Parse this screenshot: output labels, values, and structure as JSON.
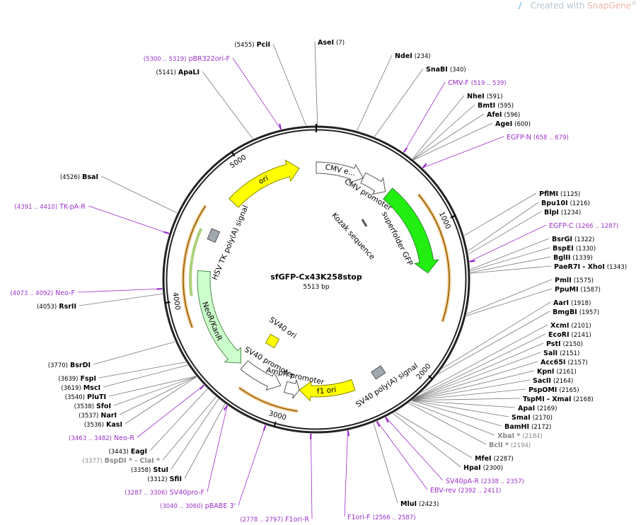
{
  "brand": {
    "prefix": "Created with ",
    "name": "SnapGene",
    "mark": "®"
  },
  "plasmid": {
    "name": "sfGFP-Cx43K258stop",
    "length_label": "5513 bp",
    "length": 5513
  },
  "tick_labels": [
    "1000",
    "2000",
    "3000",
    "4000",
    "5000"
  ],
  "features": [
    {
      "name": "CMV e...",
      "label": "CMV e...",
      "start": 0,
      "end": 380,
      "color": "#ffffff",
      "stroke": "#555555"
    },
    {
      "name": "CMV promoter",
      "label": "CMV promoter",
      "start": 380,
      "end": 584,
      "color": "#ffffff",
      "stroke": "#555555"
    },
    {
      "name": "superfolder GFP",
      "label": "superfolder GFP",
      "start": 610,
      "end": 1327,
      "color": "#22ee11",
      "stroke": "#2a8a2a"
    },
    {
      "name": "SV40 poly(A) signal",
      "label": "SV40 poly(A) signal",
      "start": 2180,
      "end": 2300,
      "color": "#a0a8b0",
      "stroke": "#555555"
    },
    {
      "name": "f1 ori",
      "label": "f1 ori",
      "start": 2460,
      "end": 2890,
      "color": "#ffff00",
      "stroke": "#8a8a00"
    },
    {
      "name": "AmpR promoter",
      "label": "AmpR promoter",
      "start": 2890,
      "end": 3000,
      "color": "#ffffff",
      "stroke": "#555555"
    },
    {
      "name": "SV40 promoter",
      "label": "SV40 promoter",
      "start": 3040,
      "end": 3370,
      "color": "#ffffff",
      "stroke": "#555555"
    },
    {
      "name": "NeoR/KanR",
      "label": "NeoR/KanR",
      "start": 3400,
      "end": 4200,
      "color": "#ccffcc",
      "stroke": "#4a8a4a"
    },
    {
      "name": "HSV TK poly(A) signal",
      "label": "HSV TK poly(A) signal",
      "start": 4460,
      "end": 4520,
      "color": "#a0a8b0",
      "stroke": "#555555"
    },
    {
      "name": "ori",
      "label": "ori",
      "start": 4790,
      "end": 5380,
      "color": "#ffff00",
      "stroke": "#8a8a00"
    }
  ],
  "center_labels": {
    "kozak": "Kozak sequence",
    "sv40_ori": "SV40 ori"
  },
  "sites": [
    {
      "name": "PciI",
      "pos": "(5455)",
      "type": "enzyme"
    },
    {
      "name": "AseI",
      "pos": "(7)",
      "type": "enzyme"
    },
    {
      "name": "pBR322ori-F",
      "pos": "(5300 .. 5319)",
      "type": "primer"
    },
    {
      "name": "ApaLI",
      "pos": "(5141)",
      "type": "enzyme"
    },
    {
      "name": "NdeI",
      "pos": "(234)",
      "type": "enzyme"
    },
    {
      "name": "SnaBI",
      "pos": "(340)",
      "type": "enzyme"
    },
    {
      "name": "CMV-F",
      "pos": "(519 .. 539)",
      "type": "primer"
    },
    {
      "name": "NheI",
      "pos": "(591)",
      "type": "enzyme"
    },
    {
      "name": "BmtI",
      "pos": "(595)",
      "type": "enzyme"
    },
    {
      "name": "AfeI",
      "pos": "(596)",
      "type": "enzyme"
    },
    {
      "name": "AgeI",
      "pos": "(600)",
      "type": "enzyme"
    },
    {
      "name": "EGFP-N",
      "pos": "(658 .. 679)",
      "type": "primer"
    },
    {
      "name": "PflMI",
      "pos": "(1125)",
      "type": "enzyme"
    },
    {
      "name": "Bpu10I",
      "pos": "(1216)",
      "type": "enzyme"
    },
    {
      "name": "BlpI",
      "pos": "(1234)",
      "type": "enzyme"
    },
    {
      "name": "EGFP-C",
      "pos": "(1266 .. 1287)",
      "type": "primer"
    },
    {
      "name": "BsrGI",
      "pos": "(1322)",
      "type": "enzyme"
    },
    {
      "name": "BspEI",
      "pos": "(1330)",
      "type": "enzyme"
    },
    {
      "name": "BglII",
      "pos": "(1339)",
      "type": "enzyme"
    },
    {
      "name": "PaeR7I - XhoI",
      "pos": "(1343)",
      "type": "enzyme"
    },
    {
      "name": "PmlI",
      "pos": "(1575)",
      "type": "enzyme"
    },
    {
      "name": "PpuMI",
      "pos": "(1587)",
      "type": "enzyme"
    },
    {
      "name": "AarI",
      "pos": "(1918)",
      "type": "enzyme"
    },
    {
      "name": "BmgBI",
      "pos": "(1957)",
      "type": "enzyme"
    },
    {
      "name": "XcmI",
      "pos": "(2101)",
      "type": "enzyme"
    },
    {
      "name": "EcoRI",
      "pos": "(2141)",
      "type": "enzyme"
    },
    {
      "name": "PstI",
      "pos": "(2150)",
      "type": "enzyme"
    },
    {
      "name": "SalI",
      "pos": "(2151)",
      "type": "enzyme"
    },
    {
      "name": "Acc65I",
      "pos": "(2157)",
      "type": "enzyme"
    },
    {
      "name": "KpnI",
      "pos": "(2161)",
      "type": "enzyme"
    },
    {
      "name": "SacII",
      "pos": "(2164)",
      "type": "enzyme"
    },
    {
      "name": "PspOMI",
      "pos": "(2165)",
      "type": "enzyme"
    },
    {
      "name": "TspMI - XmaI",
      "pos": "(2168)",
      "type": "enzyme"
    },
    {
      "name": "ApaI",
      "pos": "(2169)",
      "type": "enzyme"
    },
    {
      "name": "SmaI",
      "pos": "(2170)",
      "type": "enzyme"
    },
    {
      "name": "BamHI",
      "pos": "(2172)",
      "type": "enzyme"
    },
    {
      "name": "XbaI *",
      "pos": "(2184)",
      "type": "blocked"
    },
    {
      "name": "BclI *",
      "pos": "(2194)",
      "type": "blocked"
    },
    {
      "name": "MfeI",
      "pos": "(2287)",
      "type": "enzyme"
    },
    {
      "name": "HpaI",
      "pos": "(2300)",
      "type": "enzyme"
    },
    {
      "name": "SV40pA-R",
      "pos": "(2338 .. 2357)",
      "type": "primer"
    },
    {
      "name": "EBV-rev",
      "pos": "(2392 .. 2411)",
      "type": "primer"
    },
    {
      "name": "MluI",
      "pos": "(2423)",
      "type": "enzyme"
    },
    {
      "name": "F1ori-F",
      "pos": "(2566 .. 2587)",
      "type": "primer"
    },
    {
      "name": "F1ori-R",
      "pos": "(2778 .. 2797)",
      "type": "primer"
    },
    {
      "name": "pBABE 3'",
      "pos": "(3040 .. 3060)",
      "type": "primer"
    },
    {
      "name": "SV40pro-F",
      "pos": "(3287 .. 3306)",
      "type": "primer"
    },
    {
      "name": "SfiI",
      "pos": "(3312)",
      "type": "enzyme"
    },
    {
      "name": "StuI",
      "pos": "(3358)",
      "type": "enzyme"
    },
    {
      "name": "BspDI * - ClaI *",
      "pos": "(3377)",
      "type": "blocked"
    },
    {
      "name": "EagI",
      "pos": "(3443)",
      "type": "enzyme"
    },
    {
      "name": "Neo-R",
      "pos": "(3463 .. 3482)",
      "type": "primer"
    },
    {
      "name": "KasI",
      "pos": "(3536)",
      "type": "enzyme"
    },
    {
      "name": "NarI",
      "pos": "(3537)",
      "type": "enzyme"
    },
    {
      "name": "SfoI",
      "pos": "(3538)",
      "type": "enzyme"
    },
    {
      "name": "PluTI",
      "pos": "(3540)",
      "type": "enzyme"
    },
    {
      "name": "MscI",
      "pos": "(3619)",
      "type": "enzyme"
    },
    {
      "name": "FspI",
      "pos": "(3639)",
      "type": "enzyme"
    },
    {
      "name": "BsrDI",
      "pos": "(3770)",
      "type": "enzyme"
    },
    {
      "name": "RsrII",
      "pos": "(4053)",
      "type": "enzyme"
    },
    {
      "name": "Neo-F",
      "pos": "(4073 .. 4092)",
      "type": "primer"
    },
    {
      "name": "TK-pA-R",
      "pos": "(4391 .. 4410)",
      "type": "primer"
    },
    {
      "name": "BsaI",
      "pos": "(4526)",
      "type": "enzyme"
    }
  ],
  "colors": {
    "backbone": "#222222",
    "enzyme": "#000000",
    "primer": "#9b2fc9",
    "blocked": "#888888",
    "orf_band": "#f2a541"
  }
}
